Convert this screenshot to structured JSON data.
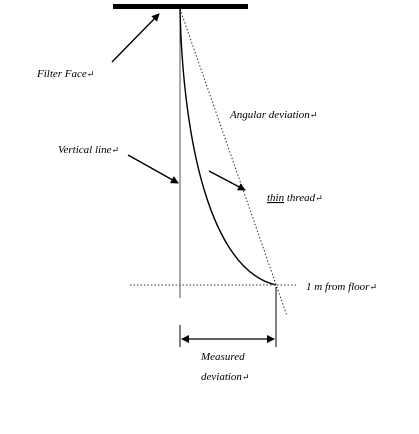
{
  "labels": {
    "filter_face": "Filter Face",
    "angular_deviation": "Angular deviation",
    "vertical_line": "Vertical line",
    "thin_thread_word1": "thin",
    "thin_thread_word2": "thread",
    "floor_height": "1 m from floor",
    "measured_line1": "Measured",
    "measured_line2": "deviation"
  },
  "paragraph_mark": "↵"
}
